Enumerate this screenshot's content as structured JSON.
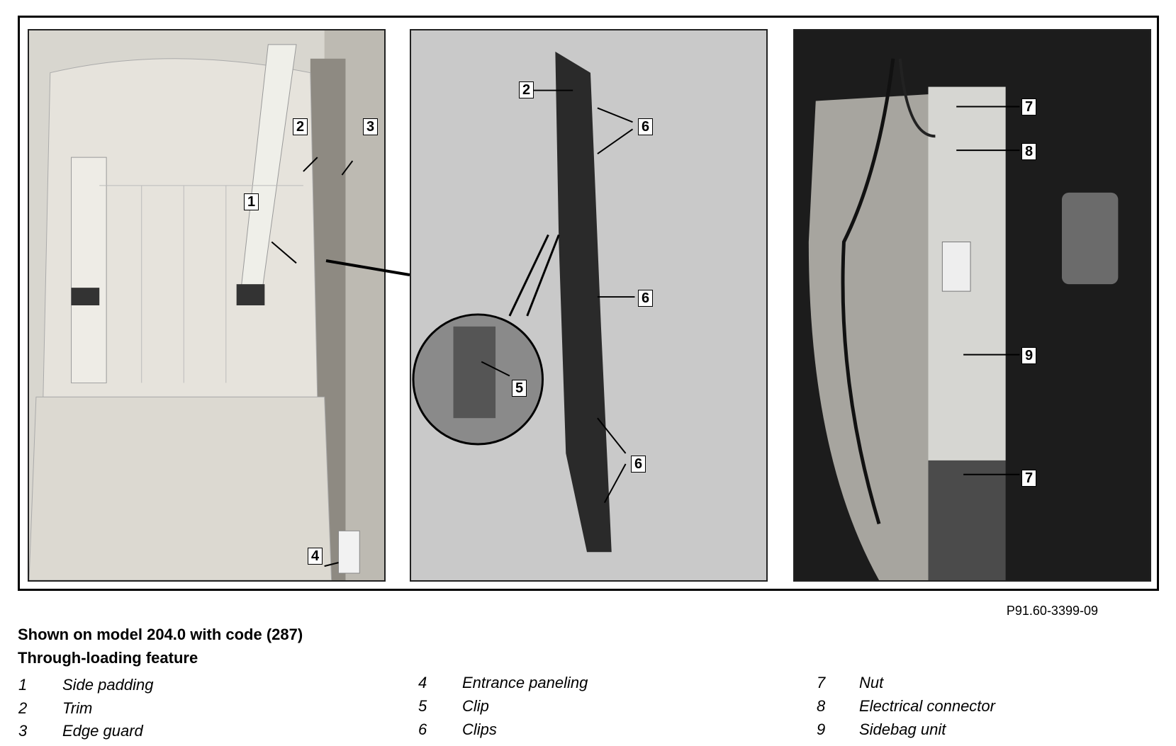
{
  "figure": {
    "reference": "P91.60-3399-09",
    "panels": [
      {
        "callouts": [
          "2",
          "3",
          "1",
          "4"
        ]
      },
      {
        "callouts": [
          "2",
          "6",
          "6",
          "5",
          "6"
        ]
      },
      {
        "callouts": [
          "7",
          "8",
          "9",
          "7"
        ]
      }
    ]
  },
  "caption": {
    "line1": "Shown on model 204.0 with code (287)",
    "line2": "Through-loading feature"
  },
  "legend": [
    {
      "num": "1",
      "label": "Side padding"
    },
    {
      "num": "2",
      "label": "Trim"
    },
    {
      "num": "3",
      "label": "Edge guard"
    },
    {
      "num": "4",
      "label": "Entrance paneling"
    },
    {
      "num": "5",
      "label": "Clip"
    },
    {
      "num": "6",
      "label": "Clips"
    },
    {
      "num": "7",
      "label": "Nut"
    },
    {
      "num": "8",
      "label": "Electrical connector"
    },
    {
      "num": "9",
      "label": "Sidebag unit"
    }
  ]
}
